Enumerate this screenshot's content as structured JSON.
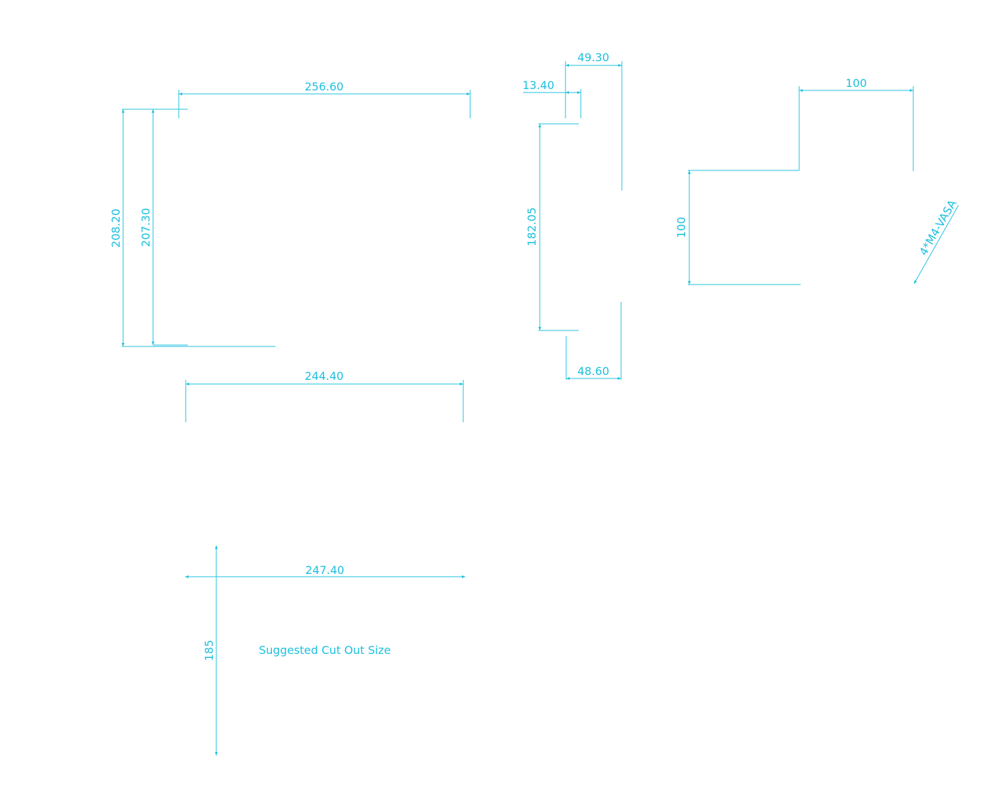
{
  "accent_color": "#1ec0de",
  "dimensions": {
    "front_width_top": "256.60",
    "front_height_outer": "208.20",
    "front_height_inner": "207.30",
    "front_width_bottom": "244.40",
    "side_depth_top": "49.30",
    "side_bezel": "13.40",
    "side_height": "182.05",
    "side_depth_bottom": "48.60",
    "vesa_horizontal": "100",
    "vesa_vertical": "100",
    "vesa_screw_note": "4*M4-VASA",
    "cutout_width": "247.40",
    "cutout_height": "185"
  },
  "labels": {
    "cutout_caption": "Suggested Cut Out Size"
  }
}
